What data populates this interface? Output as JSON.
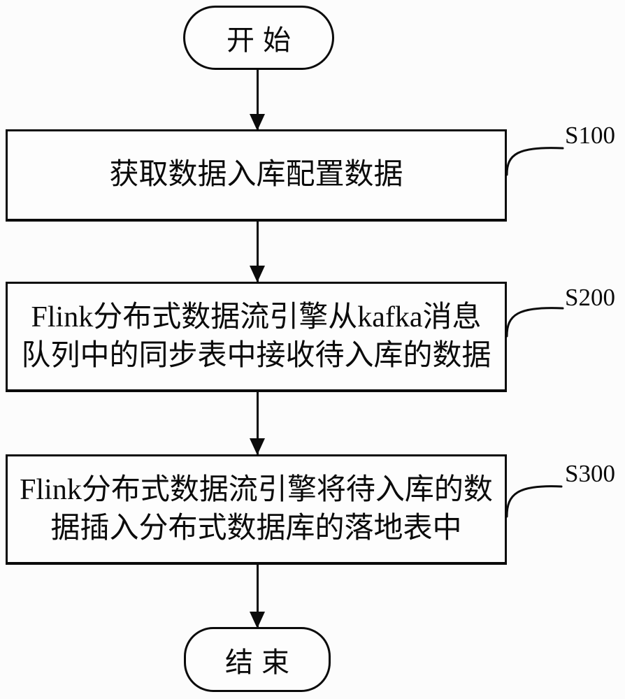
{
  "figure": {
    "type": "flowchart",
    "background_color": "#fcfcfc",
    "line_color": "#0b0b0b"
  },
  "flow": {
    "start_label": "开始",
    "end_label": "结束",
    "steps": [
      {
        "ref": "S100",
        "text": "获取数据入库配置数据",
        "lines": [
          "获取数据入库配置数据"
        ]
      },
      {
        "ref": "S200",
        "text": "Flink分布式数据流引擎从kafka消息队列中的同步表中接收待入库的数据",
        "lines": [
          "Flink分布式数据流引擎从kafka消息",
          "队列中的同步表中接收待入库的数据"
        ]
      },
      {
        "ref": "S300",
        "text": "Flink分布式数据流引擎将待入库的数据插入分布式数据库的落地表中",
        "lines": [
          "Flink分布式数据流引擎将待入库的数",
          "据插入分布式数据库的落地表中"
        ]
      }
    ]
  }
}
